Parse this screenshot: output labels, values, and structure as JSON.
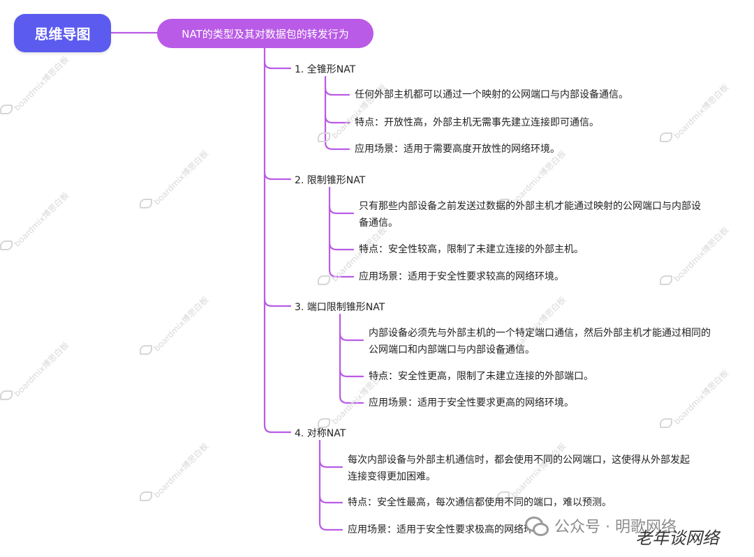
{
  "root": "思维导图",
  "topic": "NAT的类型及其对数据包的转发行为",
  "branches": [
    {
      "title": "1. 全锥形NAT",
      "items": [
        [
          "任何外部主机都可以通过一个映射的公网端口与内部设备通信。"
        ],
        [
          "特点：开放性高，外部主机无需事先建立连接即可通信。"
        ],
        [
          "应用场景：适用于需要高度开放性的网络环境。"
        ]
      ]
    },
    {
      "title": "2. 限制锥形NAT",
      "items": [
        [
          "只有那些内部设备之前发送过数据的外部主机才能通过映射的公网端口与内部设",
          "备通信。"
        ],
        [
          "特点：安全性较高，限制了未建立连接的外部主机。"
        ],
        [
          "应用场景：适用于安全性要求较高的网络环境。"
        ]
      ]
    },
    {
      "title": "3. 端口限制锥形NAT",
      "items": [
        [
          "内部设备必须先与外部主机的一个特定端口通信，然后外部主机才能通过相同的",
          "公网端口和内部端口与内部设备通信。"
        ],
        [
          "特点：安全性更高，限制了未建立连接的外部端口。"
        ],
        [
          "应用场景：适用于安全性要求更高的网络环境。"
        ]
      ]
    },
    {
      "title": "4. 对称NAT",
      "items": [
        [
          "每次内部设备与外部主机通信时，都会使用不同的公网端口，这使得从外部发起",
          "连接变得更加困难。"
        ],
        [
          "特点：安全性最高，每次通信都使用不同的端口，难以预测。"
        ],
        [
          "应用场景：适用于安全性要求极高的网络环境。"
        ]
      ]
    }
  ],
  "watermark": "boardmix博思白板",
  "credit_platform": "公众号 · 明歌网络",
  "credit_author": "老年谈网络",
  "colors": {
    "root": "#5b5bf0",
    "topic": "#b95be6",
    "line": "#b95be6"
  }
}
